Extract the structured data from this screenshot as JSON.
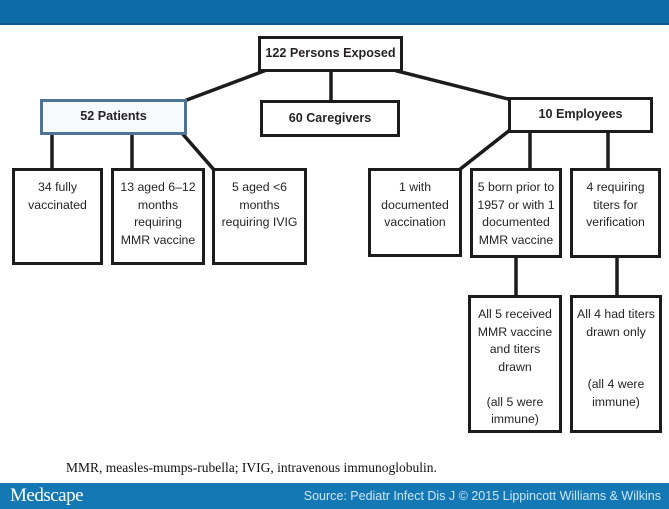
{
  "colors": {
    "top_bar": "#0d6ca6",
    "top_bar_edge": "#0b5c8d",
    "bottom_bar": "#1478b4",
    "box_border": "#1c1c1c",
    "box_text": "#272324",
    "patients_border": "#4d7396",
    "source_text": "#cde7f6"
  },
  "flowchart": {
    "nodes": {
      "root": "122 Persons Exposed",
      "patients": "52 Patients",
      "caregivers": "60 Caregivers",
      "employees": "10 Employees",
      "fully_vaccinated": "34 fully\nvaccinated",
      "aged_6_12": "13 aged 6–12\nmonths\nrequiring\nMMR vaccine",
      "aged_lt6": "5 aged <6\nmonths\nrequiring IVIG",
      "documented_vaccination": "1 with\ndocumented\nvaccination",
      "born_prior_1957": "5 born prior to\n1957 or with 1\ndocumented\nMMR vaccine",
      "requiring_titers": "4 requiring\ntiters for\nverification",
      "all5_received": "All 5 received\nMMR vaccine\nand titers\ndrawn\n\n(all 5 were\nimmune)",
      "all4_titers": "All 4 had titers\ndrawn only\n\n\n(all 4 were\nimmune)"
    },
    "edges": [
      [
        "root",
        "patients"
      ],
      [
        "root",
        "caregivers"
      ],
      [
        "root",
        "employees"
      ],
      [
        "patients",
        "fully_vaccinated"
      ],
      [
        "patients",
        "aged_6_12"
      ],
      [
        "patients",
        "aged_lt6"
      ],
      [
        "employees",
        "documented_vaccination"
      ],
      [
        "employees",
        "born_prior_1957"
      ],
      [
        "employees",
        "requiring_titers"
      ],
      [
        "born_prior_1957",
        "all5_received"
      ],
      [
        "requiring_titers",
        "all4_titers"
      ]
    ]
  },
  "footer": {
    "note": "MMR, measles-mumps-rubella; IVIG, intravenous immunoglobulin.",
    "brand": "Medscape",
    "source": "Source: Pediatr Infect Dis J © 2015 Lippincott Williams & Wilkins"
  }
}
